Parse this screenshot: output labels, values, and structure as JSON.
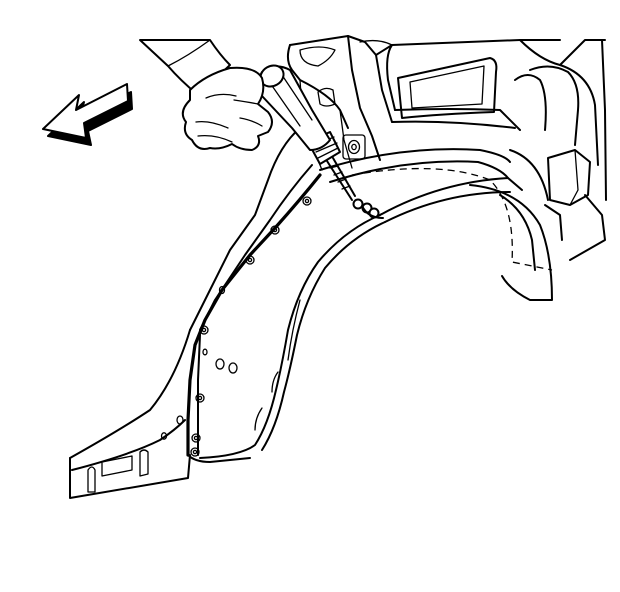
{
  "figure": {
    "background": "#ffffff",
    "stroke_color": "#000000",
    "arrow_shadow_color": "#000000",
    "icons": [
      "direction-arrow-icon",
      "hand",
      "air-drill",
      "drill-bit",
      "spot-welds",
      "wheelhouse-panel",
      "quarter-panel"
    ]
  }
}
